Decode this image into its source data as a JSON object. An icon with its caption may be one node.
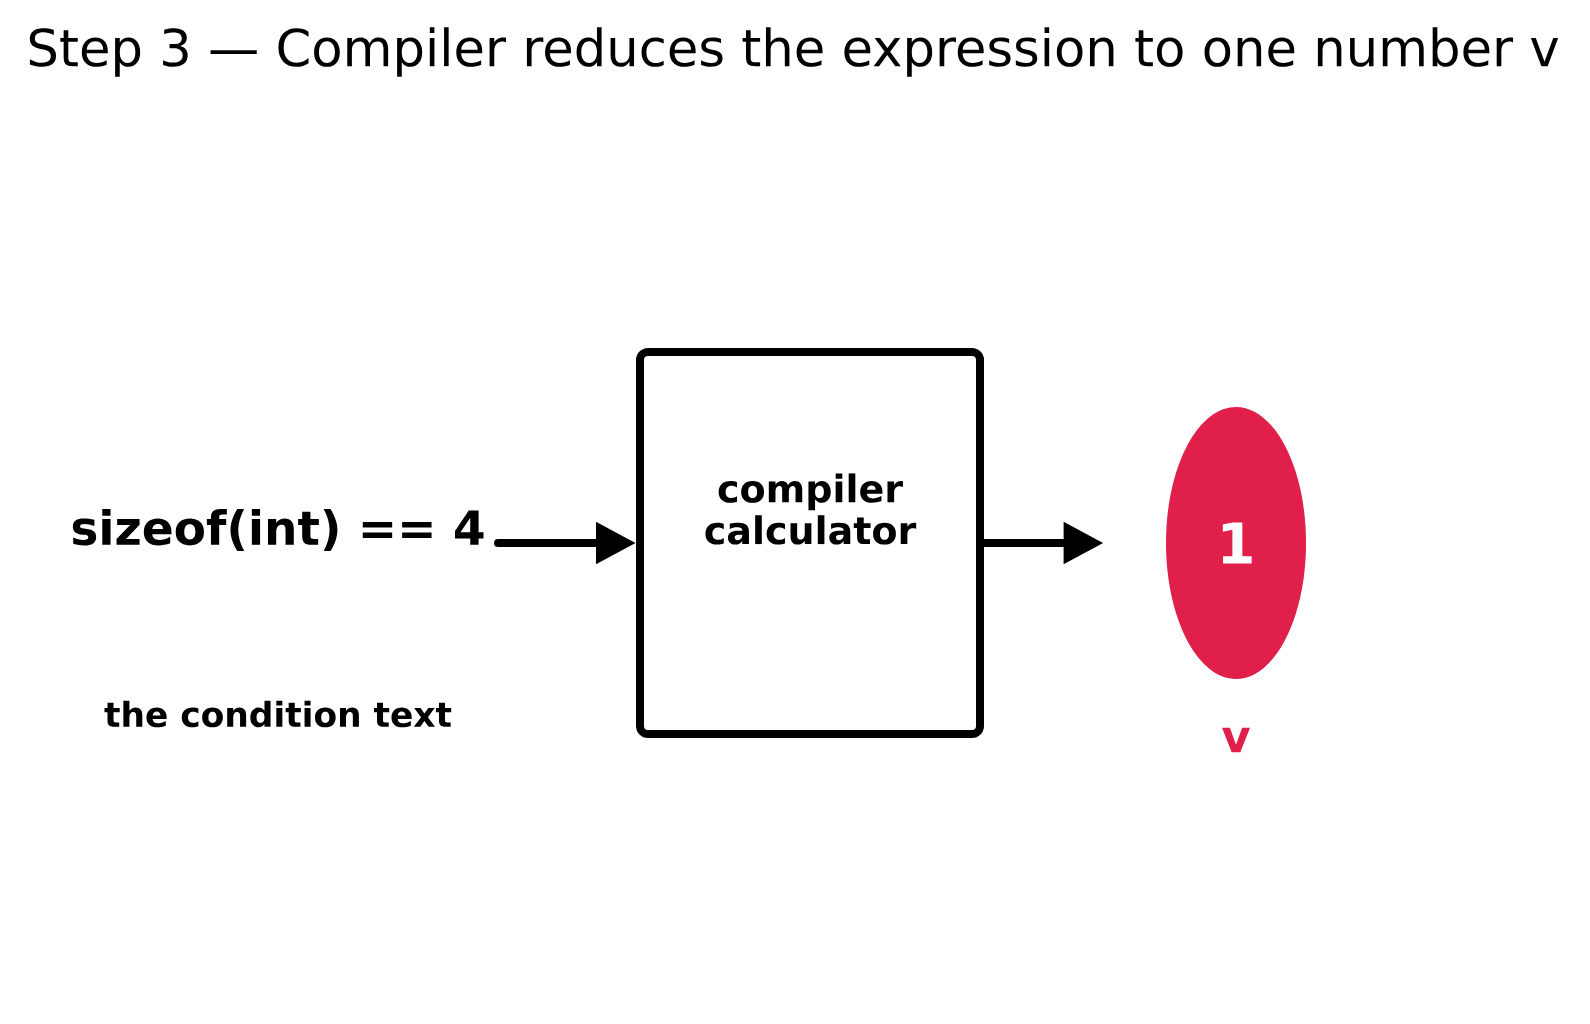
{
  "diagram": {
    "title": "Step 3 — Compiler reduces the expression to one number v",
    "nodes": [
      {
        "text": [
          "sizeof(int) == 4"
        ]
      },
      {
        "text": [
          "compiler calculator"
        ]
      },
      {
        "text": [
          "1"
        ],
        "beside": [
          "v"
        ]
      }
    ],
    "edges": [
      {
        "from": 0,
        "to": 1,
        "arrow": "to"
      },
      {
        "from": 1,
        "to": 2,
        "arrow": "to"
      }
    ],
    "labels": [
      "the condition text"
    ]
  }
}
